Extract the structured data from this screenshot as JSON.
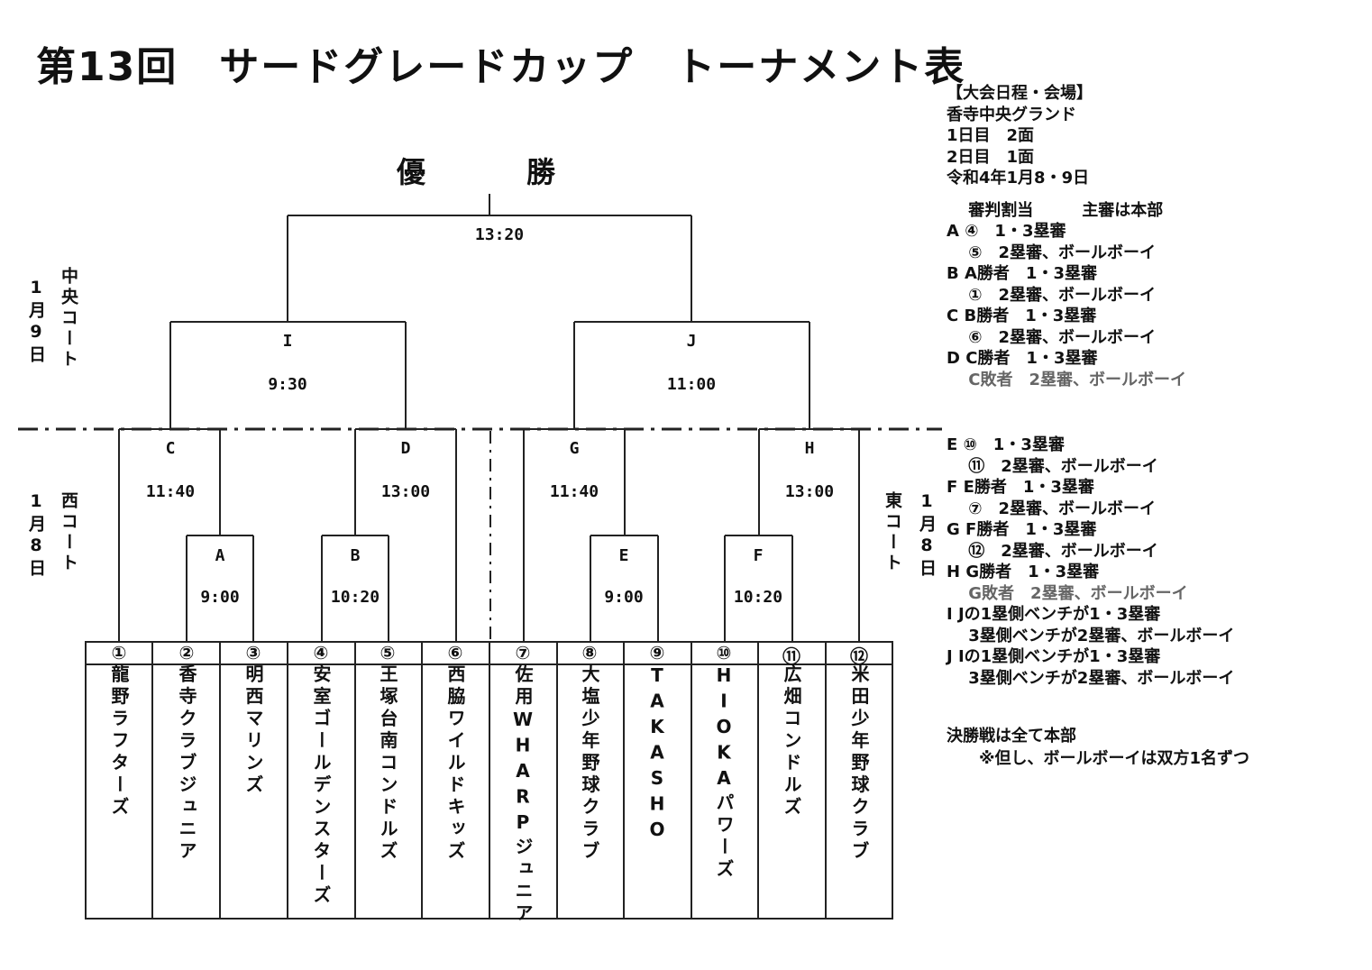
{
  "title": "第13回　サードグレードカップ　トーナメント表",
  "champion": "優　勝",
  "final_time": "13:20",
  "matches": {
    "I": {
      "label": "I",
      "time": "9:30"
    },
    "J": {
      "label": "J",
      "time": "11:00"
    },
    "C": {
      "label": "C",
      "time": "11:40"
    },
    "D": {
      "label": "D",
      "time": "13:00"
    },
    "G": {
      "label": "G",
      "time": "11:40"
    },
    "H": {
      "label": "H",
      "time": "13:00"
    },
    "A": {
      "label": "A",
      "time": "9:00"
    },
    "B": {
      "label": "B",
      "time": "10:20"
    },
    "E": {
      "label": "E",
      "time": "9:00"
    },
    "F": {
      "label": "F",
      "time": "10:20"
    }
  },
  "courts": {
    "central_date": "1月9日",
    "central_name": "中央コート",
    "west_date": "1月8日",
    "west_name": "西コート",
    "east_name": "東コート",
    "east_date": "1月8日"
  },
  "teams": [
    {
      "num": "①",
      "name": "龍野ラフターズ"
    },
    {
      "num": "②",
      "name": "香寺クラブジュニア"
    },
    {
      "num": "③",
      "name": "明西マリンズ"
    },
    {
      "num": "④",
      "name": "安室ゴールデンスターズ"
    },
    {
      "num": "⑤",
      "name": "王塚台南コンドルズ"
    },
    {
      "num": "⑥",
      "name": "西脇ワイルドキッズ"
    },
    {
      "num": "⑦",
      "name": "佐用WHARPジュニア"
    },
    {
      "num": "⑧",
      "name": "大塩少年野球クラブ"
    },
    {
      "num": "⑨",
      "name": "TAKASHO"
    },
    {
      "num": "⑩",
      "name": "HIOKAパワーズ"
    },
    {
      "num": "⑪",
      "name": "広畑コンドルズ"
    },
    {
      "num": "⑫",
      "name": "米田少年野球クラブ"
    }
  ],
  "info": {
    "schedule_heading": "【大会日程・会場】",
    "venue": "香寺中央グランド",
    "day1": "1日目　2面",
    "day2": "2日目　1面",
    "dates": "令和4年1月8・9日",
    "referee_heading": "　 審判割当　　　主審は本部",
    "referee_lines_1": [
      "A ④　1・3塁審",
      "　 ⑤　2塁審、ボールボーイ",
      "B A勝者　1・3塁審",
      "　 ①　2塁審、ボールボーイ",
      "C B勝者　1・3塁審",
      "　 ⑥　2塁審、ボールボーイ",
      "D C勝者　1・3塁審",
      "　 C敗者　2塁審、ボールボーイ"
    ],
    "referee_lines_2": [
      "E ⑩　1・3塁審",
      "　 ⑪　2塁審、ボールボーイ",
      "F E勝者　1・3塁審",
      "　 ⑦　2塁審、ボールボーイ",
      "G F勝者　1・3塁審",
      "　 ⑫　2塁審、ボールボーイ",
      "H G勝者　1・3塁審",
      "　 G敗者　2塁審、ボールボーイ",
      "I Jの1塁側ベンチが1・3塁審",
      "　 3塁側ベンチが2塁審、ボールボーイ",
      "J Iの1塁側ベンチが1・3塁審",
      "　 3塁側ベンチが2塁審、ボールボーイ"
    ],
    "final_note": "決勝戦は全て本部",
    "final_note_sub": "　　※但し、ボールボーイは双方1名ずつ"
  }
}
